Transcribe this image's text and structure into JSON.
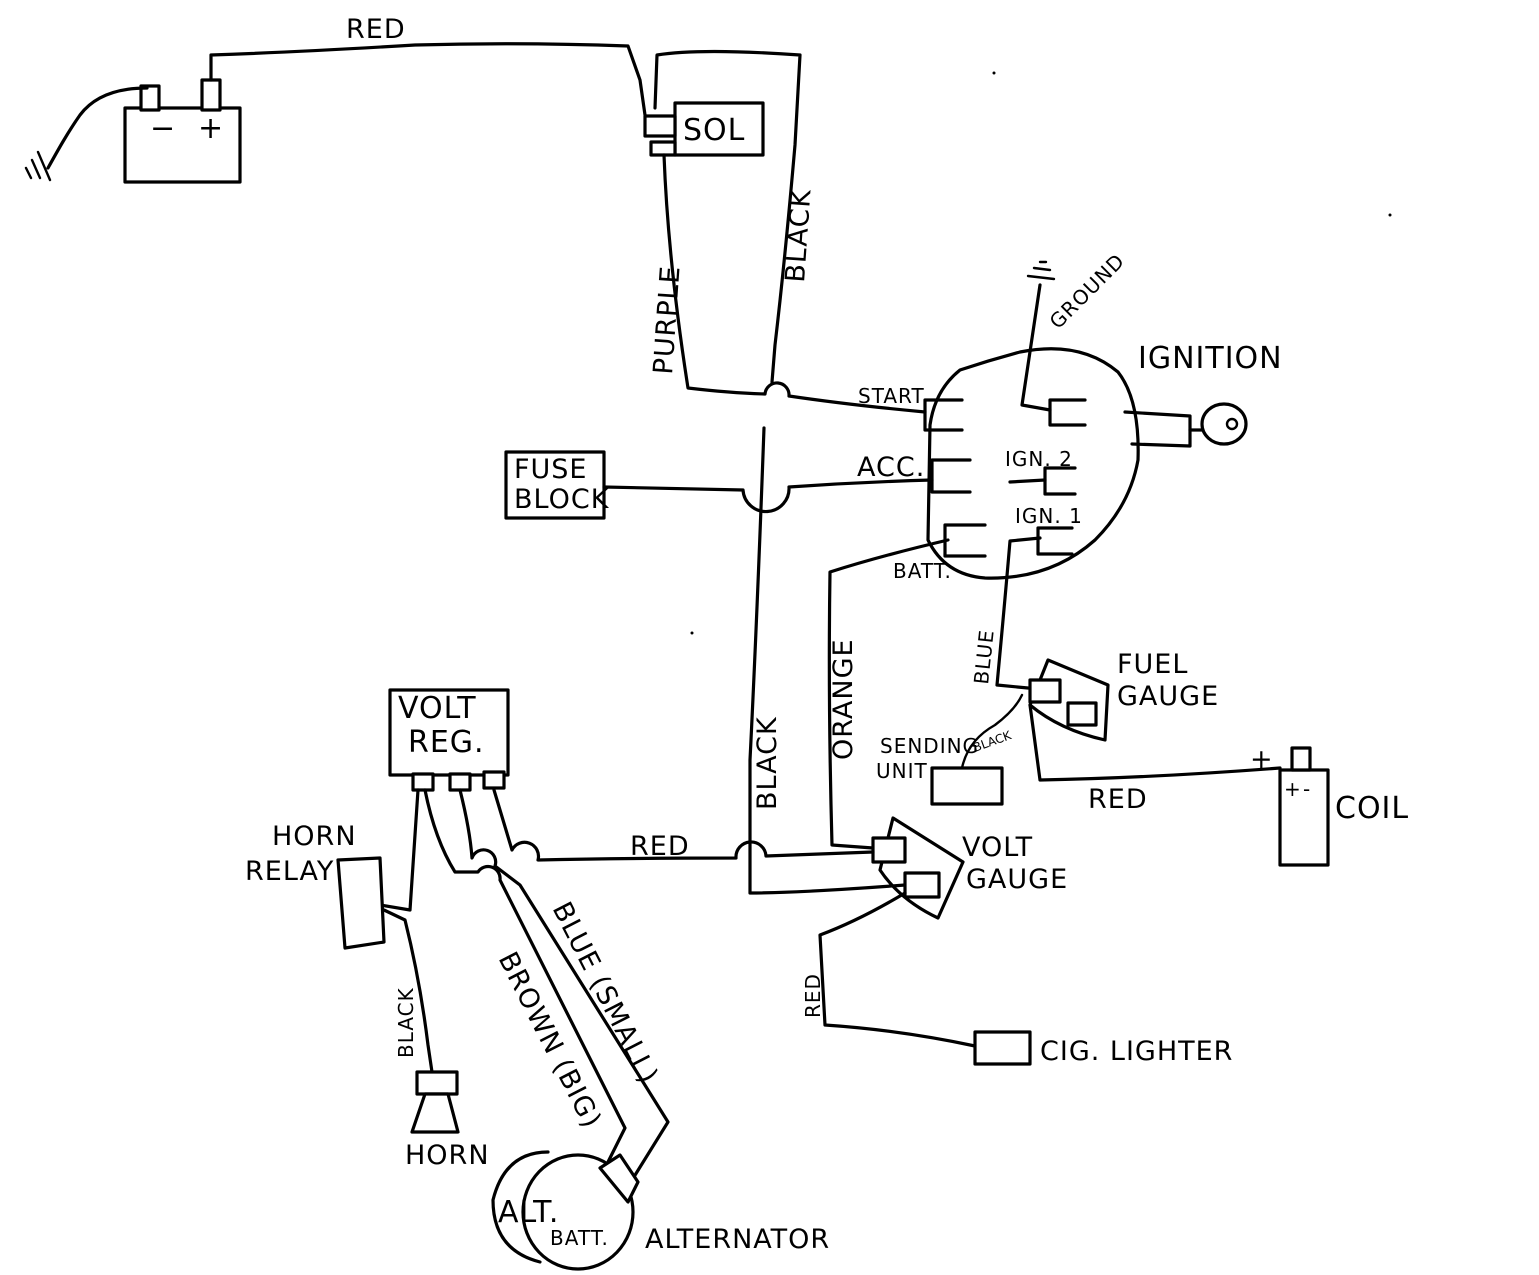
{
  "components": {
    "sol": "SOL",
    "fuse_block_1": "FUSE",
    "fuse_block_2": "BLOCK",
    "ignition": "IGNITION",
    "volt_reg_1": "VOLT",
    "volt_reg_2": "REG.",
    "horn_relay_1": "HORN",
    "horn_relay_2": "RELAY",
    "horn": "HORN",
    "alt_short": "ALT.",
    "alt_batt": "BATT.",
    "alternator": "ALTERNATOR",
    "volt_gauge_1": "VOLT",
    "volt_gauge_2": "GAUGE",
    "fuel_gauge_1": "FUEL",
    "fuel_gauge_2": "GAUGE",
    "sending_unit_1": "SENDING",
    "sending_unit_2": "UNIT",
    "coil": "COIL",
    "cig_lighter": "CIG. LIGHTER",
    "battery_minus": "−",
    "battery_plus": "+",
    "coil_terminal_plus": "+",
    "coil_plus": "+",
    "coil_minus": "-"
  },
  "terminals": {
    "start": "START",
    "acc": "ACC.",
    "batt": "BATT.",
    "ign2": "IGN. 2",
    "ign1": "IGN. 1"
  },
  "wires": {
    "battery_red": "RED",
    "purple": "PURPLE",
    "black_sol": "BLACK",
    "ground": "GROUND",
    "black_main": "BLACK",
    "orange": "ORANGE",
    "blue_ign": "BLUE",
    "black_sending": "BLACK",
    "red_coil": "RED",
    "red_reg": "RED",
    "blue_small": "BLUE (SMALL)",
    "brown_big": "BROWN (BIG)",
    "black_horn": "BLACK",
    "red_lighter": "RED"
  }
}
